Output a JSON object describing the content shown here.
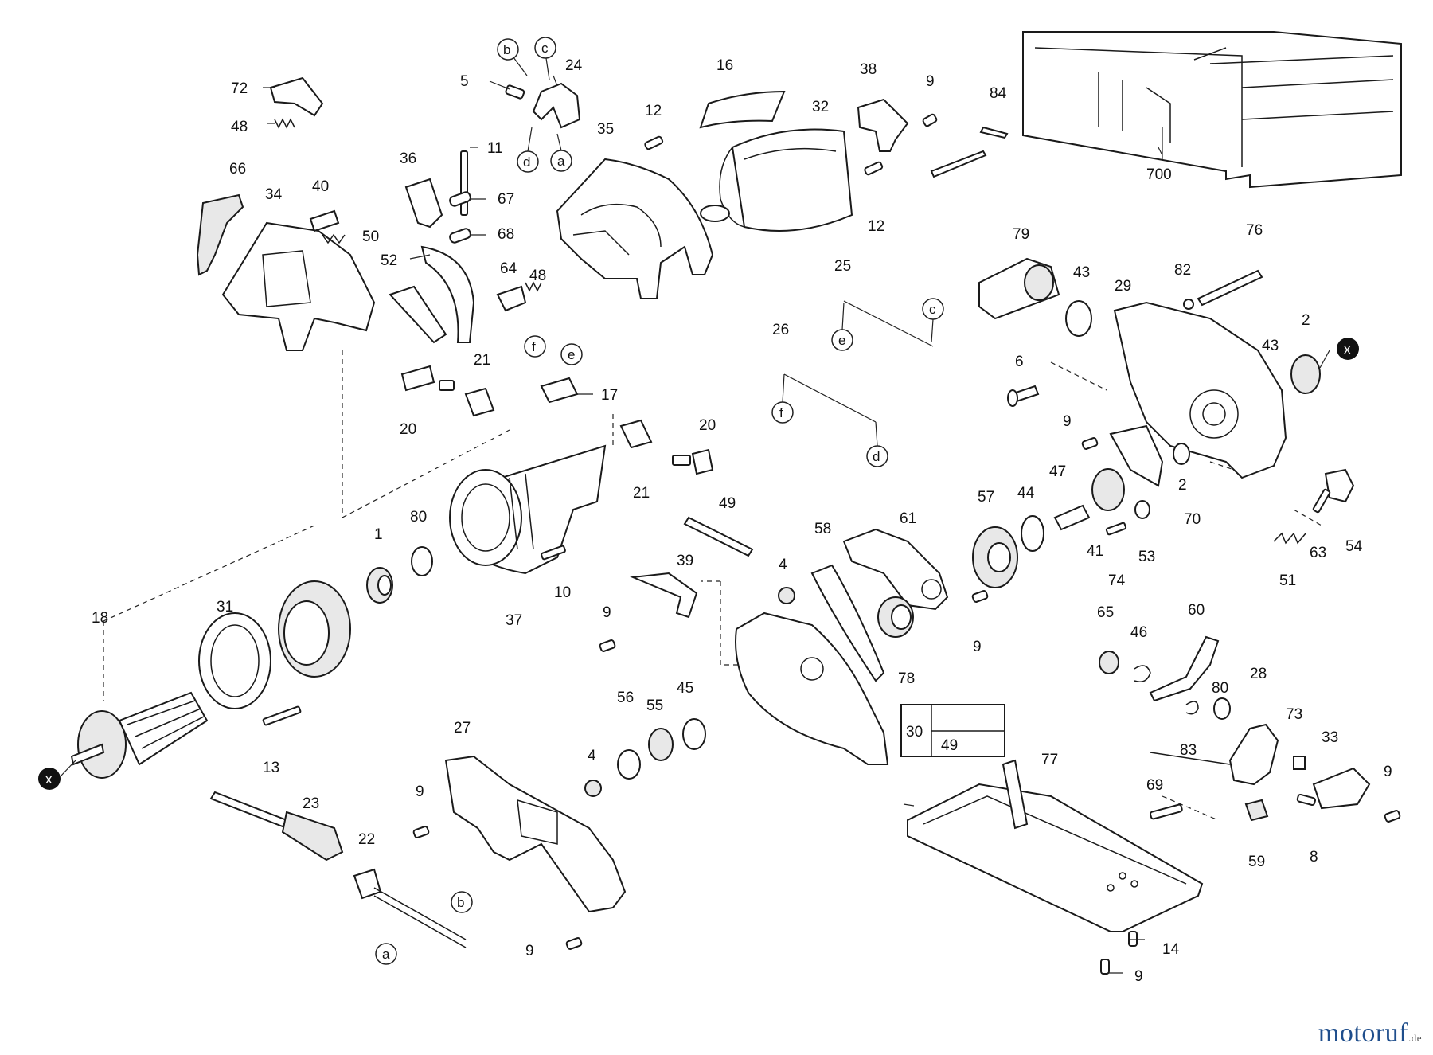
{
  "parts": {
    "p700": "700",
    "p16": "16",
    "p32": "32",
    "p38": "38",
    "p9a": "9",
    "p84": "84",
    "p12a": "12",
    "p12b": "12",
    "p35": "35",
    "p24": "24",
    "p5": "5",
    "p72": "72",
    "p48a": "48",
    "p66": "66",
    "p34": "34",
    "p40": "40",
    "p50": "50",
    "p36": "36",
    "p11": "11",
    "p67": "67",
    "p68": "68",
    "p52": "52",
    "p64": "64",
    "p48b": "48",
    "p20a": "20",
    "p21a": "21",
    "p17": "17",
    "p25": "25",
    "p26": "26",
    "p79": "79",
    "p43a": "43",
    "p29": "29",
    "p82": "82",
    "p76": "76",
    "p2a": "2",
    "p43b": "43",
    "p6": "6",
    "p9b": "9",
    "p2b": "2",
    "p20b": "20",
    "p21b": "21",
    "p49a": "49",
    "p57": "57",
    "p44": "44",
    "p47": "47",
    "p41": "41",
    "p74": "74",
    "p53": "53",
    "p70": "70",
    "p51": "51",
    "p63": "63",
    "p54": "54",
    "p1": "1",
    "p80a": "80",
    "p37": "37",
    "p10": "10",
    "p18": "18",
    "p31": "31",
    "p13": "13",
    "p58": "58",
    "p61": "61",
    "p4a": "4",
    "p39": "39",
    "p9c": "9",
    "p78": "78",
    "p9d": "9",
    "p65": "65",
    "p46": "46",
    "p60": "60",
    "p80b": "80",
    "p83": "83",
    "p28": "28",
    "p73": "73",
    "p33": "33",
    "p9e": "9",
    "p69": "69",
    "p8": "8",
    "p59": "59",
    "p27": "27",
    "p56": "56",
    "p55": "55",
    "p45": "45",
    "p4b": "4",
    "p9f": "9",
    "p30": "30",
    "p49b": "49",
    "p23": "23",
    "p22": "22",
    "p9g": "9",
    "p77": "77",
    "p14": "14",
    "p9h": "9"
  },
  "connectors": {
    "b1": "b",
    "c1": "c",
    "d1": "d",
    "a1": "a",
    "f1": "f",
    "e1": "e",
    "c2": "c",
    "e2": "e",
    "f2": "f",
    "d2": "d",
    "b2": "b",
    "a2": "a",
    "x1": "x",
    "x2": "x"
  },
  "watermark": {
    "brand": "motoruf",
    "tld": ".de"
  }
}
